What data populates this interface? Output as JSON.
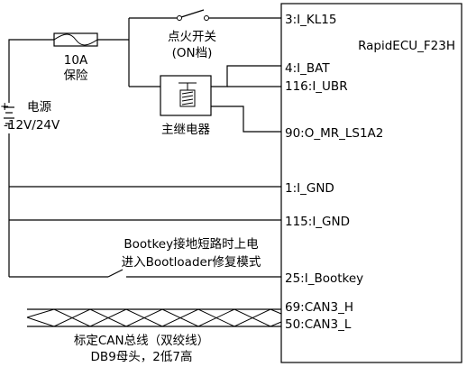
{
  "ecu": {
    "title": "RapidECU_F23H",
    "pins": {
      "kl15": "3:I_KL15",
      "bat": "4:I_BAT",
      "ubr": "116:I_UBR",
      "relay": "90:O_MR_LS1A2",
      "gnd1": "1:I_GND",
      "gnd2": "115:I_GND",
      "bootkey": "25:I_Bootkey",
      "can_h": "69:CAN3_H",
      "can_l": "50:CAN3_L"
    }
  },
  "ignition": {
    "line1": "点火开关",
    "line2": "(ON档)"
  },
  "fuse": {
    "rating": "10A",
    "label": "保险"
  },
  "power": {
    "label": "电源",
    "voltage": "-12V/24V",
    "plus": "+"
  },
  "relay": {
    "label": "主继电器"
  },
  "bootkey": {
    "line1": "Bootkey接地短路时上电",
    "line2": "进入Bootloader修复模式"
  },
  "can": {
    "line1": "标定CAN总线（双绞线）",
    "line2": "DB9母头，2低7高"
  }
}
